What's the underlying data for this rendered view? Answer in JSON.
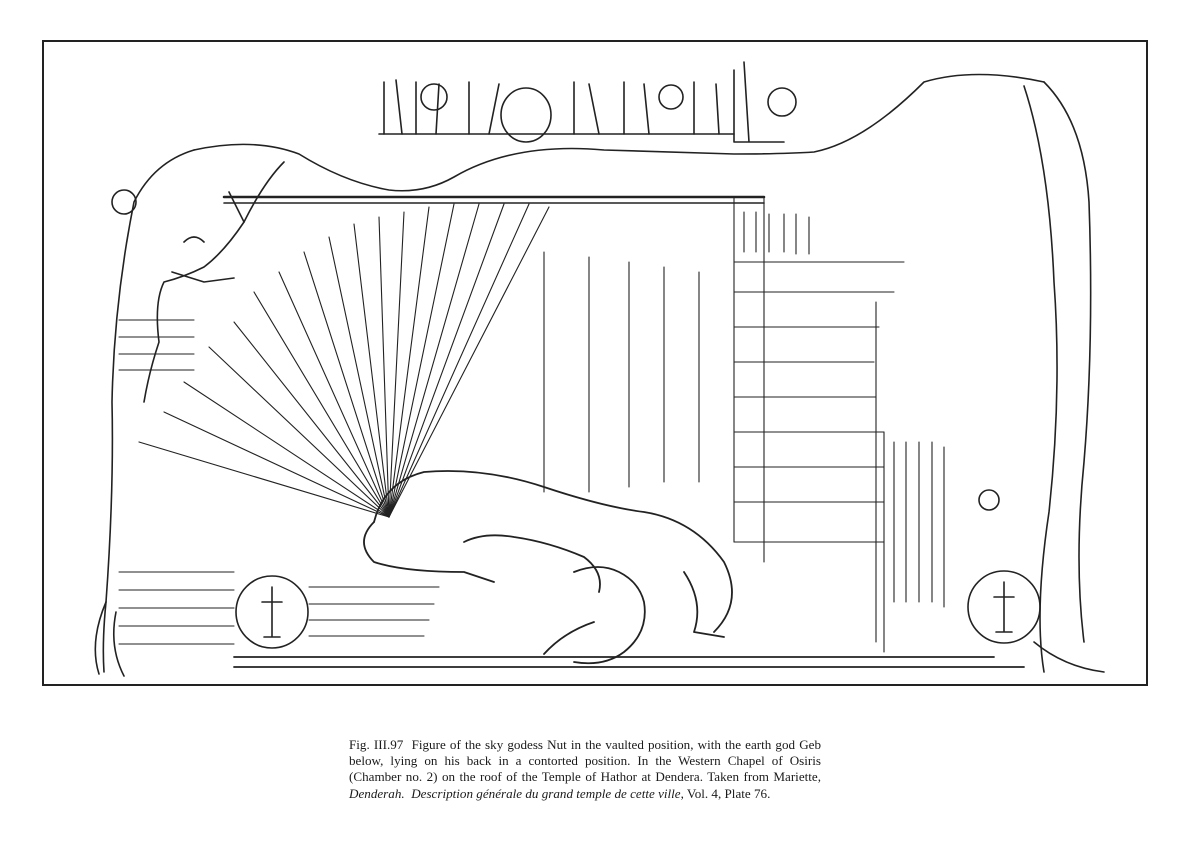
{
  "caption": {
    "fig_label": "Fig. III.97",
    "text_1": "Figure of the sky godess Nut in the vaulted position, with the earth god Geb below, lying on his back in a contorted position. In the Western Chapel of Osiris (Chamber no. 2) on the roof of the Temple of Hathor at Dendera. Taken from Mariette,",
    "source_place": "Denderah.",
    "source_title": "Description générale du grand temple de cette ville",
    "text_2": ", Vol. 4, Plate 76."
  }
}
